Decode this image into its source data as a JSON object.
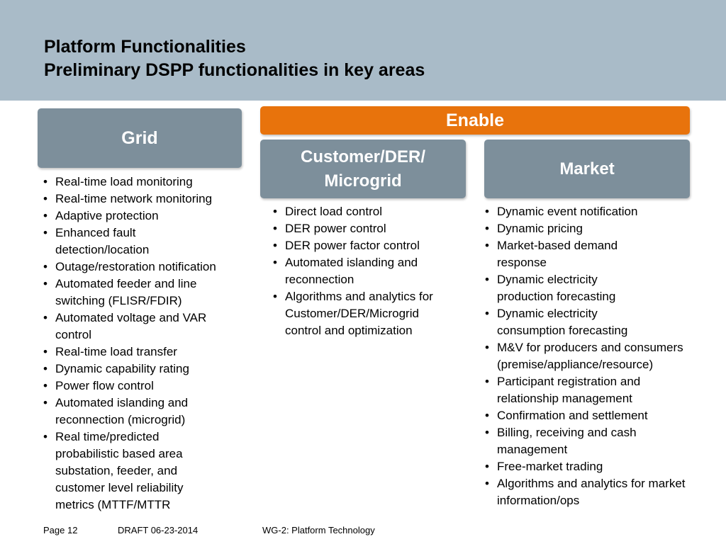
{
  "header": {
    "title_line1": "Platform Functionalities",
    "title_line2": "Preliminary DSPP functionalities in key areas"
  },
  "columns": {
    "grid": {
      "label": "Grid",
      "items": [
        "Real-time load monitoring",
        "Real-time network monitoring",
        "Adaptive protection",
        "Enhanced fault detection/location",
        "Outage/restoration notification",
        "Automated feeder and line switching (FLISR/FDIR)",
        "Automated voltage and VAR control",
        "Real-time load transfer",
        "Dynamic capability rating",
        "Power flow control",
        "Automated islanding and reconnection (microgrid)",
        "Real time/predicted probabilistic based area substation, feeder, and customer level reliability metrics (MTTF/MTTR"
      ]
    },
    "enable": {
      "label": "Enable"
    },
    "customer": {
      "label_line1": "Customer/DER/",
      "label_line2": "Microgrid",
      "items": [
        "Direct load control",
        "DER power control",
        "DER power factor control",
        "Automated islanding and reconnection",
        "Algorithms and analytics for Customer/DER/Microgrid control and optimization"
      ]
    },
    "market": {
      "label": "Market",
      "items": [
        "Dynamic event notification",
        "Dynamic pricing",
        "Market-based demand response",
        "Dynamic electricity production forecasting",
        "Dynamic electricity consumption forecasting",
        "M&V for producers and consumers (premise/appliance/resource)",
        "Participant registration and relationship management",
        "Confirmation and settlement",
        "Billing, receiving and cash management",
        "Free-market trading",
        "Algorithms and analytics for market information/ops"
      ]
    }
  },
  "footer": {
    "page": "Page 12",
    "draft": "DRAFT 06-23-2014",
    "group": "WG-2: Platform Technology"
  },
  "colors": {
    "header_bg": "#a9bbc8",
    "box_gray": "#7d8f9b",
    "accent_orange": "#e8730c"
  }
}
